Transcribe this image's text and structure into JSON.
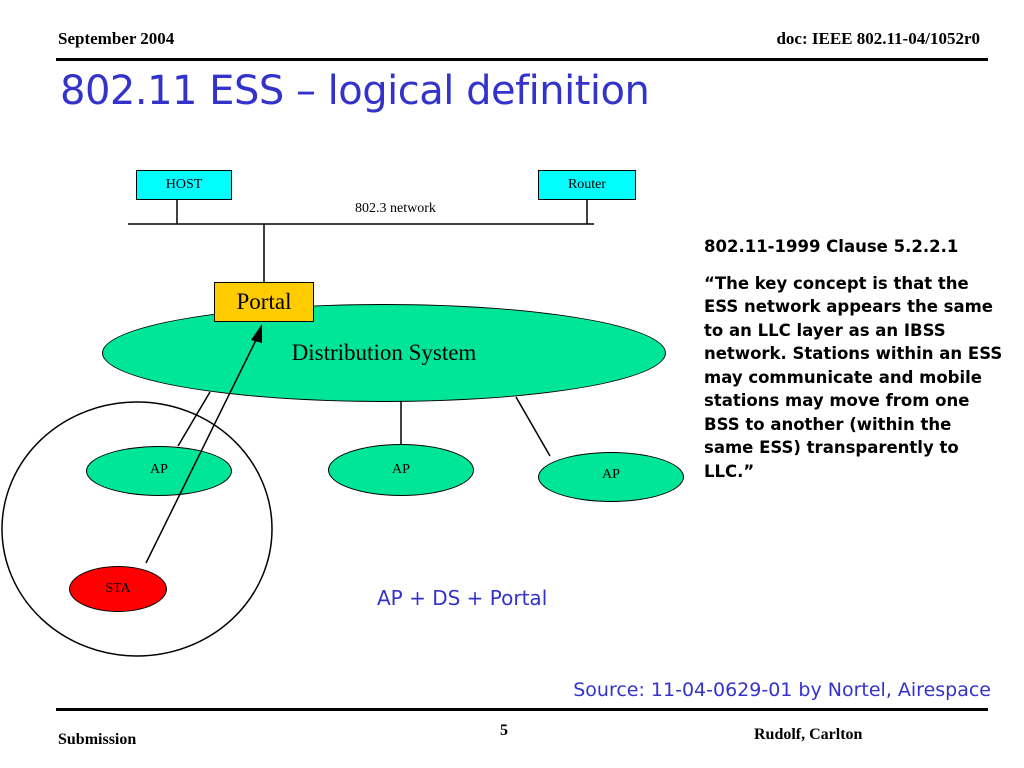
{
  "header": {
    "date": "September 2004",
    "doc_id": "doc: IEEE 802.11-04/1052r0"
  },
  "slide": {
    "title": "802.11 ESS – logical definition"
  },
  "diagram": {
    "host_label": "HOST",
    "router_label": "Router",
    "network_label": "802.3 network",
    "portal_label": "Portal",
    "ds_label": "Distribution System",
    "ap_labels": [
      "AP",
      "AP",
      "AP"
    ],
    "sta_label": "STA",
    "colors": {
      "box_fill": "#00ffff",
      "portal_fill": "#ffcc00",
      "ellipse_fill": "#00e699",
      "sta_fill": "#ff0000"
    }
  },
  "quote": {
    "heading": "802.11-1999 Clause 5.2.2.1",
    "text": " “The key concept is that the ESS network appears the same to an LLC layer as an IBSS network. Stations within an ESS may communicate and mobile stations may move from one BSS to another (within the same ESS) transparently to LLC.”"
  },
  "caption": "AP + DS + Portal",
  "source": "Source: 11-04-0629-01 by Nortel, Airespace",
  "footer": {
    "left": "Submission",
    "page": "5",
    "right": "Rudolf, Carlton"
  }
}
